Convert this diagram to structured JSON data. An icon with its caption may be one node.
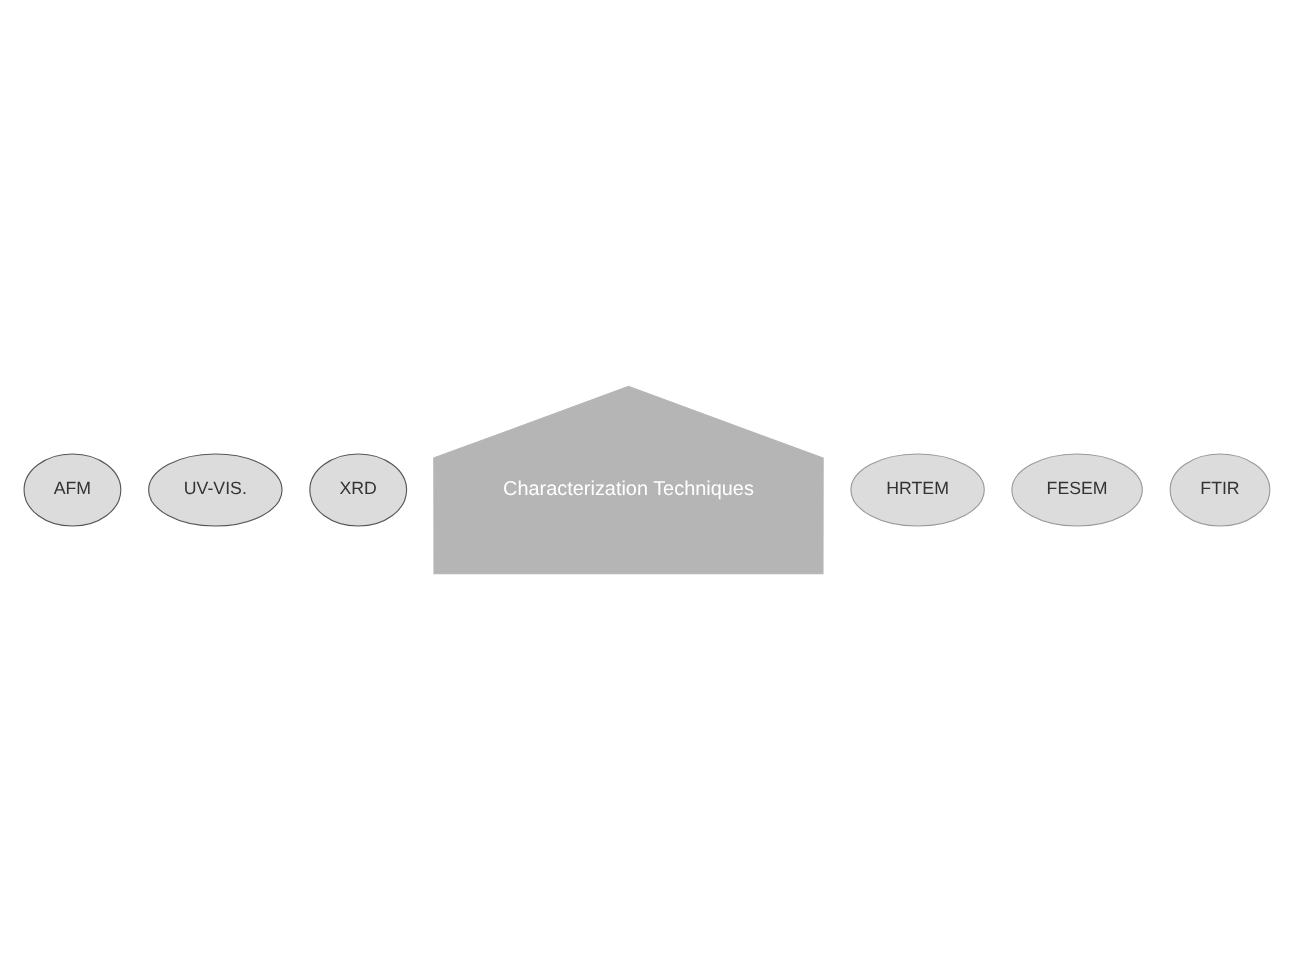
{
  "diagram": {
    "nodes": [
      {
        "text": [
          "Characterization Techniques"
        ]
      },
      {
        "text": [
          "AFM"
        ]
      },
      {
        "text": [
          "HRTEM"
        ]
      },
      {
        "text": [
          "UV-VIS."
        ]
      },
      {
        "text": [
          "FESEM"
        ]
      },
      {
        "text": [
          "XRD"
        ]
      },
      {
        "text": [
          "FTIR"
        ]
      }
    ]
  }
}
